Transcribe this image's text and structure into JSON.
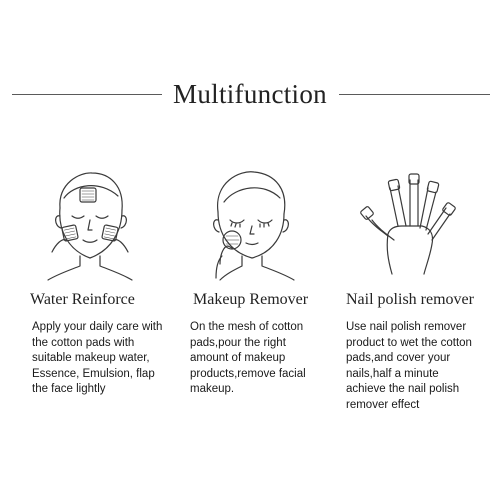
{
  "header": {
    "title": "Multifunction"
  },
  "columns": [
    {
      "heading": "Water Reinforce",
      "lines": [
        "Apply your daily care with",
        "the cotton pads with",
        "suitable makeup water,",
        "Essence,  Emulsion,  flap",
        "the face lightly"
      ],
      "illustration": "face-with-cotton-pads-illustration"
    },
    {
      "heading": "Makeup Remover",
      "lines": [
        "On the mesh of cotton",
        "pads,pour the right",
        "amount of makeup",
        "products,remove facial",
        "makeup."
      ],
      "illustration": "face-wiping-with-pad-illustration"
    },
    {
      "heading": "Nail polish remover",
      "lines": [
        "Use nail polish remover",
        "product to wet the cotton",
        "pads,and cover your",
        "nails,half a minute",
        "achieve the  nail polish",
        "remover effect"
      ],
      "illustration": "hand-with-wrapped-nails-illustration"
    }
  ]
}
